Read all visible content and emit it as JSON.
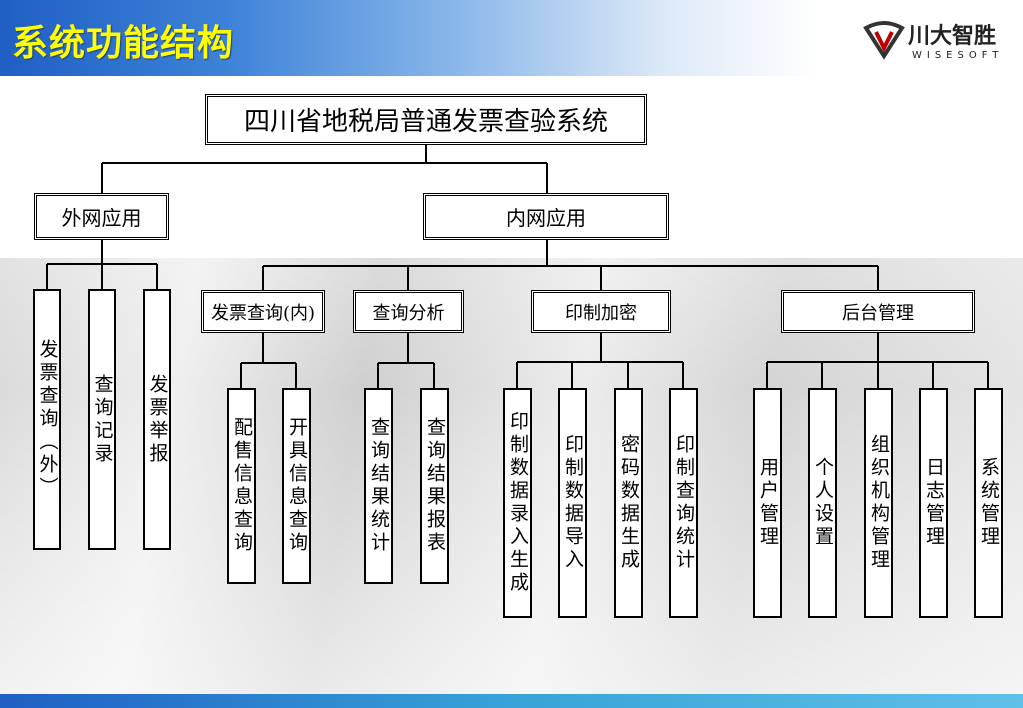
{
  "header": {
    "title": "系统功能结构"
  },
  "logo": {
    "name": "川大智胜",
    "subtitle": "WISESOFT"
  },
  "diagram": {
    "root": "四川省地税局普通发票查验系统",
    "external": {
      "label": "外网应用",
      "children": [
        "发票查询（外）",
        "查询记录",
        "发票举报"
      ]
    },
    "internal": {
      "label": "内网应用",
      "groups": [
        {
          "label": "发票查询(内)",
          "children": [
            "配售信息查询",
            "开具信息查询"
          ]
        },
        {
          "label": "查询分析",
          "children": [
            "查询结果统计",
            "查询结果报表"
          ]
        },
        {
          "label": "印制加密",
          "children": [
            "印制数据录入生成",
            "印制数据导入",
            "密码数据生成",
            "印制查询统计"
          ]
        },
        {
          "label": "后台管理",
          "children": [
            "用户管理",
            "个人设置",
            "组织机构管理",
            "日志管理",
            "系统管理"
          ]
        }
      ]
    }
  },
  "colors": {
    "title_text": "#ffff00",
    "header_blue": "#1f5fc4",
    "line": "#000000",
    "box_fill": "#ffffff"
  }
}
